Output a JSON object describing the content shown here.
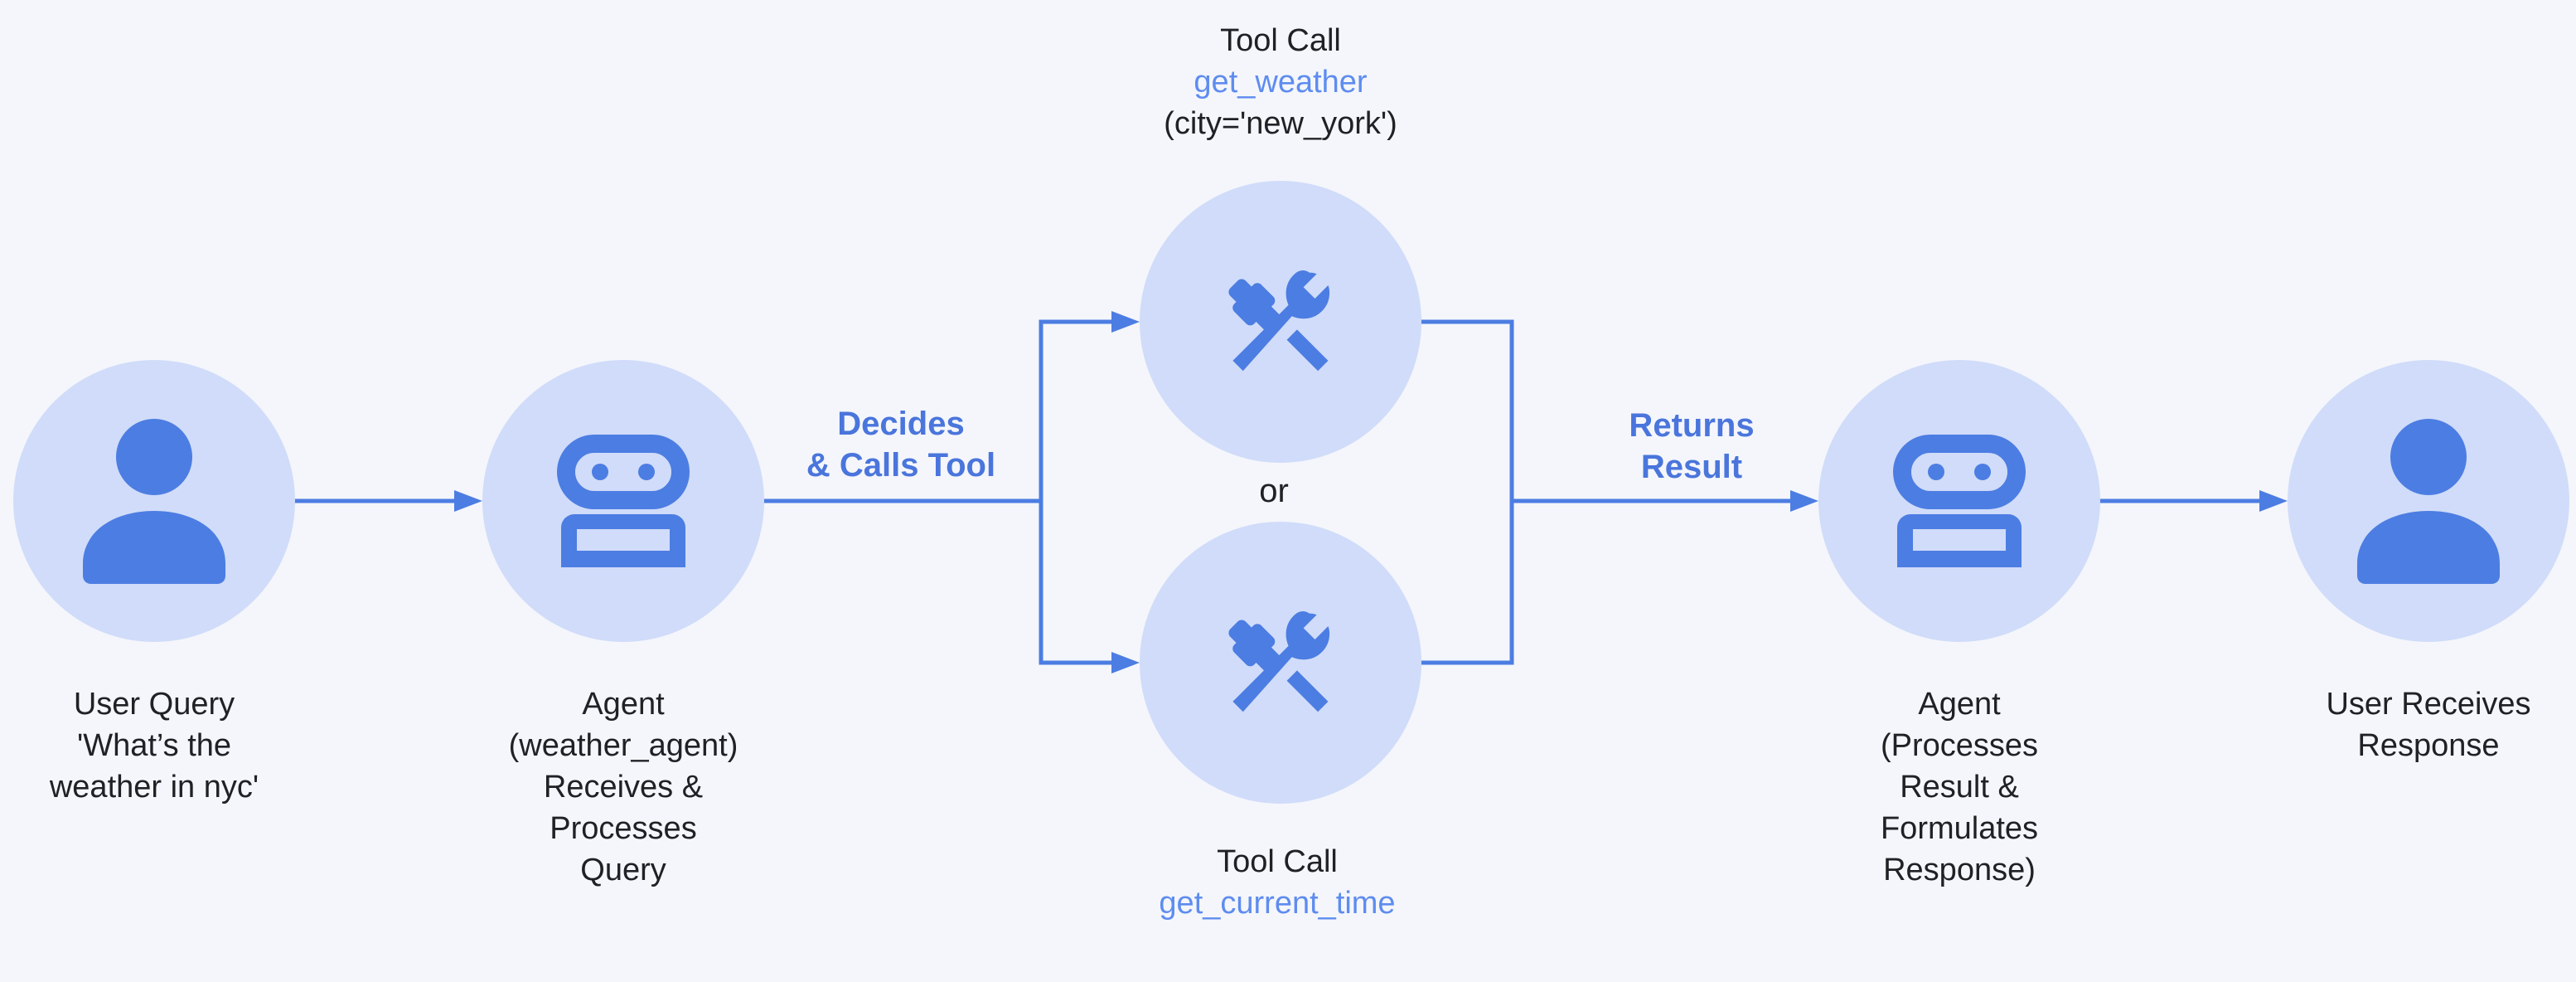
{
  "palette": {
    "background": "#f4f6fb",
    "node_fill": "#d0dcf9",
    "line_blue": "#4c7de2",
    "bold_label_blue": "#4a75dc",
    "code_blue": "#5e8cef",
    "text_dark": "#202124"
  },
  "nodes": {
    "user_query": {
      "icon": "person-icon",
      "lines": [
        "User Query",
        "'What’s the",
        "weather in nyc'"
      ]
    },
    "agent_left": {
      "icon": "robot-icon",
      "lines": [
        "Agent",
        "(weather_agent)",
        "Receives &",
        "Processes",
        "Query"
      ]
    },
    "tool_top": {
      "icon": "construction-icon",
      "title": "Tool Call",
      "tool_name": "get_weather",
      "args": "(city='new_york')"
    },
    "tool_bottom": {
      "icon": "construction-icon",
      "title": "Tool Call",
      "tool_name": "get_current_time"
    },
    "agent_right": {
      "icon": "robot-icon",
      "lines": [
        "Agent",
        "(Processes",
        "Result &",
        "Formulates",
        "Response)"
      ]
    },
    "user_response": {
      "icon": "person-icon",
      "lines": [
        "User Receives",
        "Response"
      ]
    }
  },
  "edges": {
    "decides": {
      "lines": [
        "Decides",
        "& Calls Tool"
      ]
    },
    "returns": {
      "lines": [
        "Returns",
        "Result"
      ]
    },
    "or_label": "or"
  }
}
